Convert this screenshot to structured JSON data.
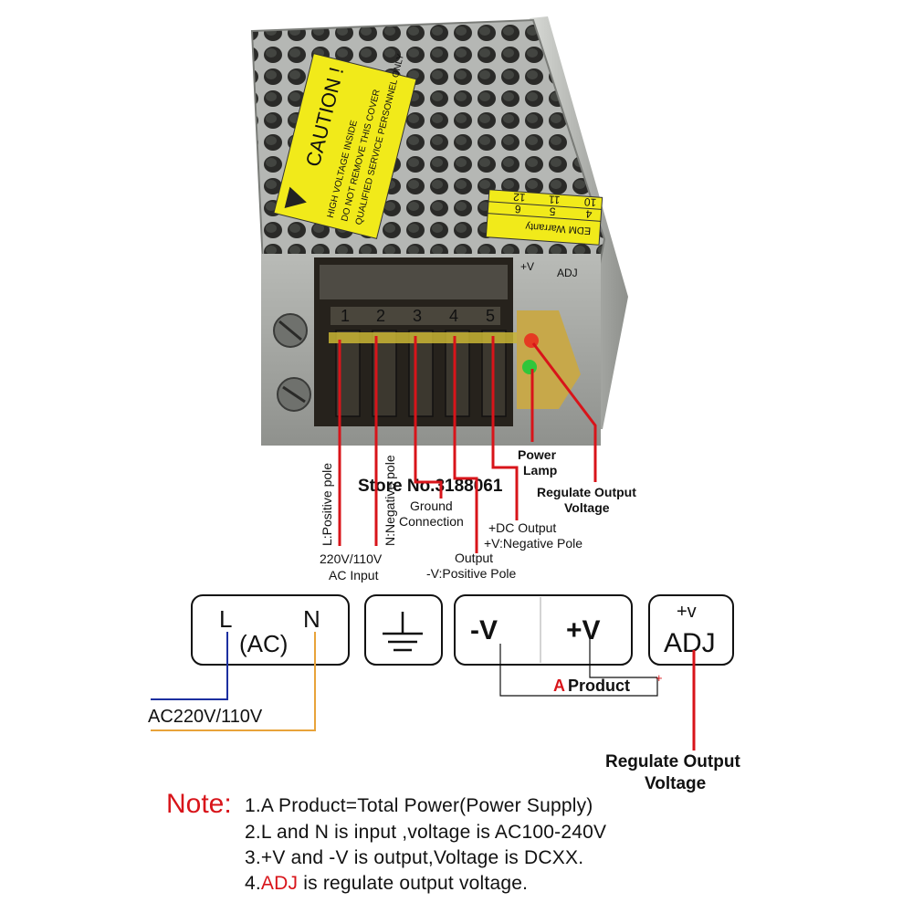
{
  "device": {
    "caution_title": "CAUTION !",
    "caution_lines": [
      "HIGH VOLTAGE INSIDE",
      "DO NOT REMOVE THIS COVER",
      "QUALIFIED SERVICE PERSONNEL ONLY"
    ],
    "warranty_label": "EDM Warranty",
    "warranty_numbers": [
      "10",
      "11",
      "12",
      "4",
      "5",
      "6"
    ],
    "terminal_numbers": [
      "1",
      "2",
      "3",
      "4",
      "5"
    ],
    "side_labels": [
      "+V",
      "ADJ"
    ],
    "watermark": "Store No.3188061",
    "colors": {
      "casing": "#a7a9a6",
      "terminal_block": "#26221c",
      "label_yellow": "#f1ea1a",
      "leader_red": "#d8141a",
      "led_green": "#2fc63a",
      "led_red": "#e53b22"
    }
  },
  "callouts": {
    "l_positive": "L:Positive pole",
    "n_negative": "N:Negative pole",
    "ground_1": "Ground",
    "ground_2": "Connection",
    "dc_output": "+DC Output",
    "v_negative": "+V:Negative Pole",
    "output": "Output",
    "v_positive": "-V:Positive Pole",
    "ac_input_1": "220V/110V",
    "ac_input_2": "AC Input",
    "power_lamp_1": "Power",
    "power_lamp_2": "Lamp",
    "regulate_1": "Regulate Output",
    "regulate_2": "Voltage"
  },
  "schematic": {
    "L": "L",
    "N": "N",
    "AC": "(AC)",
    "minus_v": "-V",
    "plus_v": "+V",
    "adj_top": "+v",
    "adj": "ADJ",
    "product_a": "A",
    "product_text": "Product",
    "product_plus": "+",
    "ac_supply": "AC220V/110V",
    "regulate_1": "Regulate Output",
    "regulate_2": "Voltage",
    "colors": {
      "L_wire": "#1c2fa0",
      "N_wire": "#e8a33a"
    }
  },
  "notes": {
    "title": "Note:",
    "line1": "1.A Product=Total Power(Power Supply)",
    "line2": "2.L and N is input ,voltage is AC100-240V",
    "line3": "3.+V and  -V is output,Voltage is DCXX.",
    "line4_prefix": "4.",
    "line4_highlight": "ADJ",
    "line4_suffix": " is regulate output voltage."
  }
}
